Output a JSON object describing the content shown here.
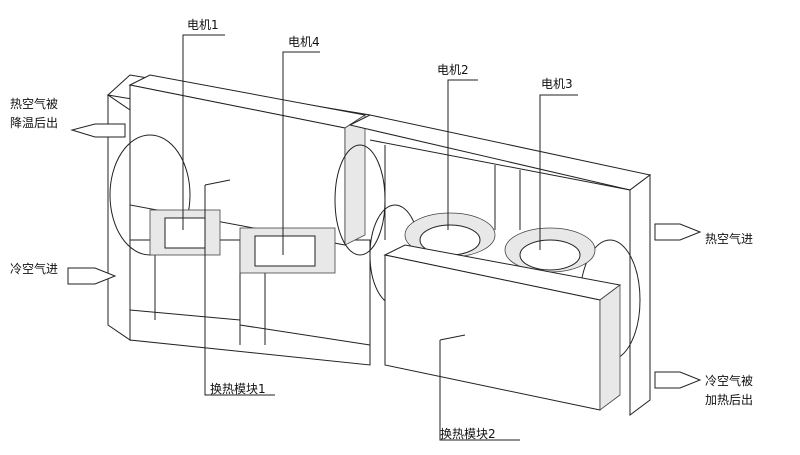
{
  "labels": {
    "motor1": "电机1",
    "motor4": "电机4",
    "motor2": "电机2",
    "motor3": "电机3",
    "hot_air_out_line1": "热空气被",
    "hot_air_out_line2": "降温后出",
    "cold_air_in": "冷空气进",
    "hot_air_in": "热空气进",
    "cold_air_out_line1": "冷空气被",
    "cold_air_out_line2": "加热后出",
    "module1": "换热模块1",
    "module2": "换热模块2"
  }
}
